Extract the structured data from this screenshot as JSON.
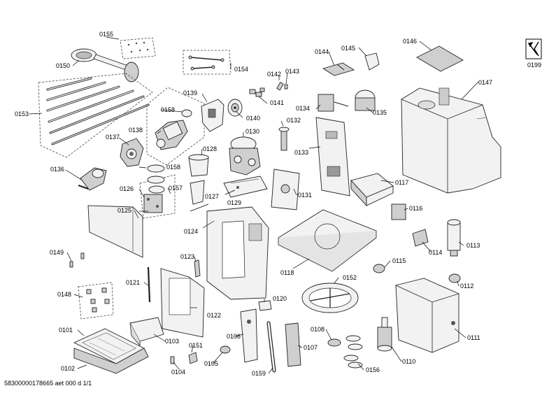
{
  "document_code": "58300000178665 aet 000 d 1/1",
  "parts": [
    {
      "id": "p0101",
      "number": "0101"
    },
    {
      "id": "p0102",
      "number": "0102"
    },
    {
      "id": "p0103",
      "number": "0103"
    },
    {
      "id": "p0104",
      "number": "0104"
    },
    {
      "id": "p0105",
      "number": "0105"
    },
    {
      "id": "p0106",
      "number": "0106"
    },
    {
      "id": "p0107",
      "number": "0107"
    },
    {
      "id": "p0108",
      "number": "0108"
    },
    {
      "id": "p0110",
      "number": "0110"
    },
    {
      "id": "p0111",
      "number": "0111"
    },
    {
      "id": "p0112",
      "number": "0112"
    },
    {
      "id": "p0113",
      "number": "0113"
    },
    {
      "id": "p0114",
      "number": "0114"
    },
    {
      "id": "p0115",
      "number": "0115"
    },
    {
      "id": "p0116",
      "number": "0116"
    },
    {
      "id": "p0117",
      "number": "0117"
    },
    {
      "id": "p0118",
      "number": "0118"
    },
    {
      "id": "p0120",
      "number": "0120"
    },
    {
      "id": "p0121",
      "number": "0121"
    },
    {
      "id": "p0122",
      "number": "0122"
    },
    {
      "id": "p0123",
      "number": "0123"
    },
    {
      "id": "p0124",
      "number": "0124"
    },
    {
      "id": "p0125",
      "number": "0125"
    },
    {
      "id": "p0126",
      "number": "0126"
    },
    {
      "id": "p0127",
      "number": "0127"
    },
    {
      "id": "p0128",
      "number": "0128"
    },
    {
      "id": "p0129",
      "number": "0129"
    },
    {
      "id": "p0130",
      "number": "0130"
    },
    {
      "id": "p0131",
      "number": "0131"
    },
    {
      "id": "p0132",
      "number": "0132"
    },
    {
      "id": "p0133",
      "number": "0133"
    },
    {
      "id": "p0134",
      "number": "0134"
    },
    {
      "id": "p0135",
      "number": "0135"
    },
    {
      "id": "p0136",
      "number": "0136"
    },
    {
      "id": "p0137",
      "number": "0137"
    },
    {
      "id": "p0138",
      "number": "0138"
    },
    {
      "id": "p0139",
      "number": "0139"
    },
    {
      "id": "p0140",
      "number": "0140"
    },
    {
      "id": "p0141",
      "number": "0141"
    },
    {
      "id": "p0142",
      "number": "0142"
    },
    {
      "id": "p0143",
      "number": "0143"
    },
    {
      "id": "p0144",
      "number": "0144"
    },
    {
      "id": "p0145",
      "number": "0145"
    },
    {
      "id": "p0146",
      "number": "0146"
    },
    {
      "id": "p0147",
      "number": "0147"
    },
    {
      "id": "p0148",
      "number": "0148"
    },
    {
      "id": "p0149",
      "number": "0149"
    },
    {
      "id": "p0150",
      "number": "0150"
    },
    {
      "id": "p0151",
      "number": "0151"
    },
    {
      "id": "p0152",
      "number": "0152"
    },
    {
      "id": "p0153",
      "number": "0153"
    },
    {
      "id": "p0154",
      "number": "0154"
    },
    {
      "id": "p0155",
      "number": "0155"
    },
    {
      "id": "p0156",
      "number": "0156"
    },
    {
      "id": "p0157",
      "number": "0157"
    },
    {
      "id": "p0158a",
      "number": "0158"
    },
    {
      "id": "p0158b",
      "number": "0158"
    },
    {
      "id": "p0159",
      "number": "0159"
    },
    {
      "id": "p0199",
      "number": "0199"
    }
  ]
}
